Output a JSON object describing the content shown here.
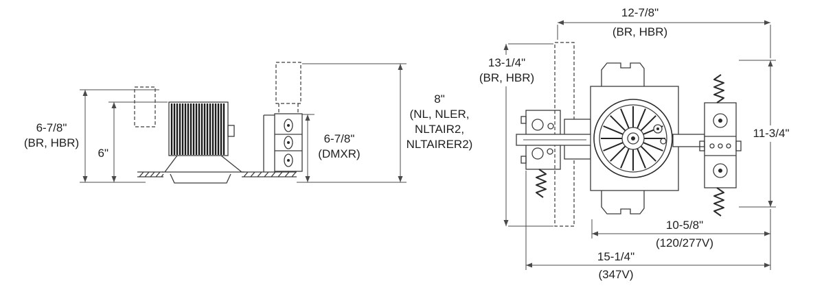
{
  "drawing": {
    "description": "Recessed downlight housing dimension drawing, side view and plan view",
    "line_color": "#3a3a3a",
    "background": "#ffffff",
    "side_view": {
      "dim_overall_height": {
        "value": "6-7/8\"",
        "models": "(BR, HBR)"
      },
      "dim_housing_height": {
        "value": "6\""
      },
      "dim_jbox_height_dmxr": {
        "value": "6-7/8\"",
        "models": "(DMXR)"
      },
      "dim_jbox_height_nl": {
        "value": "8\"",
        "models": "(NL, NLER,\nNLTAIR2,\nNLTAIRER2)"
      }
    },
    "plan_view": {
      "dim_width_top": {
        "value": "12-7/8\"",
        "models": "(BR, HBR)"
      },
      "dim_height_left": {
        "value": "13-1/4\"",
        "models": "(BR, HBR)"
      },
      "dim_height_right": {
        "value": "11-3/4\""
      },
      "dim_width_120_277v": {
        "value": "10-5/8\"",
        "models": "(120/277V)"
      },
      "dim_width_347v": {
        "value": "15-1/4\"",
        "models": "(347V)"
      }
    }
  }
}
